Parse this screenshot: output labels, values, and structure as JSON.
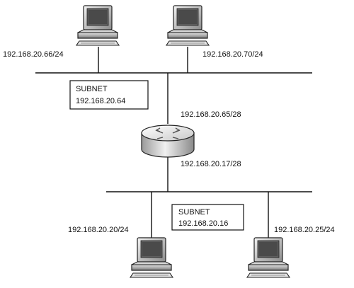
{
  "upper_subnet": {
    "label_line1": "SUBNET",
    "label_line2": "192.168.20.64",
    "hosts": [
      {
        "address": "192.168.20.66/24"
      },
      {
        "address": "192.168.20.70/24"
      }
    ]
  },
  "router": {
    "upper_interface": "192.168.20.65/28",
    "lower_interface": "192.168.20.17/28"
  },
  "lower_subnet": {
    "label_line1": "SUBNET",
    "label_line2": "192.168.20.16",
    "hosts": [
      {
        "address": "192.168.20.20/24"
      },
      {
        "address": "192.168.20.25/24"
      }
    ]
  },
  "colors": {
    "line": "#111111",
    "device_light": "#f2f2f2",
    "device_dark": "#6e6e6e"
  }
}
